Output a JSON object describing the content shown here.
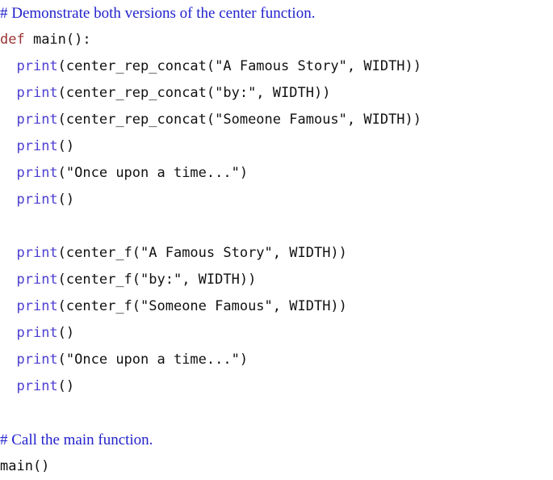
{
  "document": {
    "kind": "source-code-listing",
    "language": "Python",
    "background_color": "#ffffff"
  },
  "colors": {
    "comment": "#2222cc",
    "keyword": "#993333",
    "builtin": "#4b3fd0",
    "plain": "#111111",
    "background": "#ffffff"
  },
  "lines": [
    {
      "id": "line-1",
      "type": "comment",
      "text": "# Demonstrate both versions of the center function."
    },
    {
      "id": "line-2",
      "type": "code",
      "indent": "",
      "keyword": "def",
      "rest": " main():"
    },
    {
      "id": "line-3",
      "type": "code",
      "indent": "  ",
      "builtin": "print",
      "rest": "(center_rep_concat(\"A Famous Story\", WIDTH))"
    },
    {
      "id": "line-4",
      "type": "code",
      "indent": "  ",
      "builtin": "print",
      "rest": "(center_rep_concat(\"by:\", WIDTH))"
    },
    {
      "id": "line-5",
      "type": "code",
      "indent": "  ",
      "builtin": "print",
      "rest": "(center_rep_concat(\"Someone Famous\", WIDTH))"
    },
    {
      "id": "line-6",
      "type": "code",
      "indent": "  ",
      "builtin": "print",
      "rest": "()"
    },
    {
      "id": "line-7",
      "type": "code",
      "indent": "  ",
      "builtin": "print",
      "rest": "(\"Once upon a time...\")"
    },
    {
      "id": "line-8",
      "type": "code",
      "indent": "  ",
      "builtin": "print",
      "rest": "()"
    },
    {
      "id": "line-9",
      "type": "blank",
      "text": " "
    },
    {
      "id": "line-10",
      "type": "code",
      "indent": "  ",
      "builtin": "print",
      "rest": "(center_f(\"A Famous Story\", WIDTH))"
    },
    {
      "id": "line-11",
      "type": "code",
      "indent": "  ",
      "builtin": "print",
      "rest": "(center_f(\"by:\", WIDTH))"
    },
    {
      "id": "line-12",
      "type": "code",
      "indent": "  ",
      "builtin": "print",
      "rest": "(center_f(\"Someone Famous\", WIDTH))"
    },
    {
      "id": "line-13",
      "type": "code",
      "indent": "  ",
      "builtin": "print",
      "rest": "()"
    },
    {
      "id": "line-14",
      "type": "code",
      "indent": "  ",
      "builtin": "print",
      "rest": "(\"Once upon a time...\")"
    },
    {
      "id": "line-15",
      "type": "code",
      "indent": "  ",
      "builtin": "print",
      "rest": "()"
    },
    {
      "id": "line-16",
      "type": "blank",
      "text": " "
    },
    {
      "id": "line-17",
      "type": "comment",
      "text": "# Call the main function."
    },
    {
      "id": "line-18",
      "type": "code",
      "indent": "",
      "plain": "main()"
    }
  ]
}
